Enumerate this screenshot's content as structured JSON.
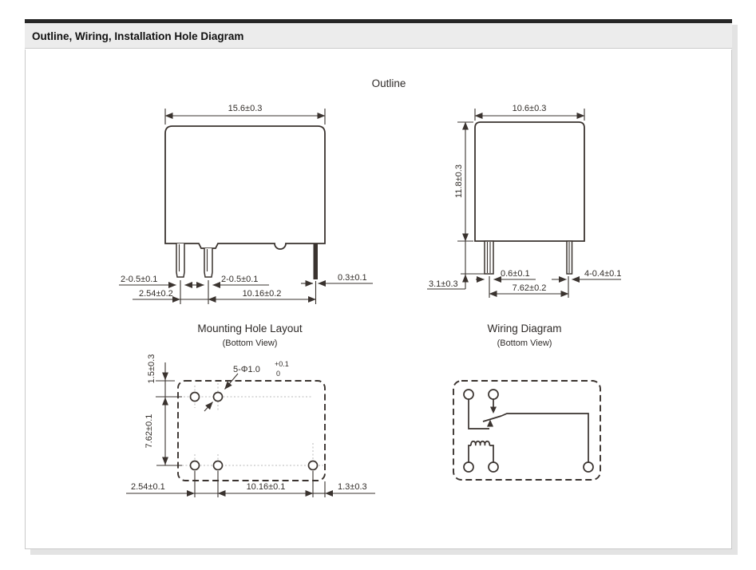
{
  "header": {
    "title": "Outline, Wiring, Installation Hole Diagram"
  },
  "outline_section_title": "Outline",
  "front_view": {
    "dim_width": "15.6±0.3",
    "dim_pin_left": "2-0.5±0.1",
    "dim_pin_mid": "2-0.5±0.1",
    "dim_pin_right": "0.3±0.1",
    "dim_pitch_small": "2.54±0.2",
    "dim_pitch_large": "10.16±0.2"
  },
  "side_view": {
    "dim_width": "10.6±0.3",
    "dim_height": "11.8±0.3",
    "dim_pin_length": "3.1±0.3",
    "dim_pin_thickness": "0.6±0.1",
    "dim_pitch": "7.62±0.2",
    "dim_pin_group": "4-0.4±0.1"
  },
  "mounting": {
    "title": "Mounting Hole Layout",
    "subtitle": "(Bottom View)",
    "dim_top_offset": "1.5±0.3",
    "dim_row_pitch": "7.62±0.1",
    "hole_label": "5-Φ1.0",
    "hole_tol_upper": "+0.1",
    "hole_tol_lower": "0",
    "dim_col_small": "2.54±0.1",
    "dim_col_large": "10.16±0.1",
    "dim_right_offset": "1.3±0.3"
  },
  "wiring": {
    "title": "Wiring Diagram",
    "subtitle": "(Bottom View)"
  },
  "colors": {
    "line": "#3a332f",
    "top_bar": "#262626",
    "header_bg": "#ececec",
    "border": "#c9c9c9",
    "shadow": "#e3e3e3",
    "centerline": "#b9b9b9"
  }
}
